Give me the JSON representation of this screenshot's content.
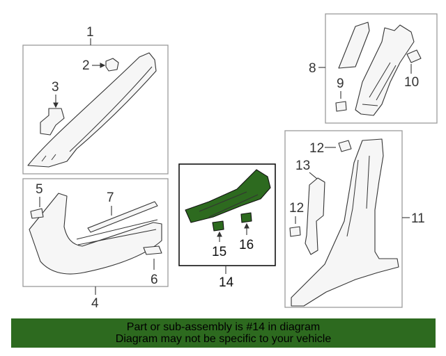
{
  "callouts": {
    "c1": "1",
    "c2": "2",
    "c3": "3",
    "c4": "4",
    "c5": "5",
    "c6": "6",
    "c7": "7",
    "c8": "8",
    "c9": "9",
    "c10": "10",
    "c11": "11",
    "c12a": "12",
    "c12b": "12",
    "c13": "13",
    "c14": "14",
    "c15": "15",
    "c16": "16"
  },
  "banner": {
    "line1": "Part or sub-assembly is #14 in diagram",
    "line2": "Diagram may not be specific to your vehicle"
  },
  "colors": {
    "highlight": "#2d6a1f",
    "banner": "#2d6a1f"
  }
}
